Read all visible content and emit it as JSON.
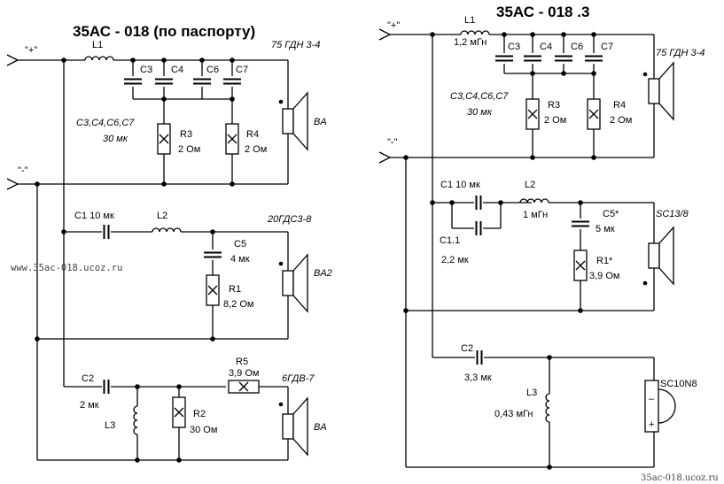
{
  "left": {
    "title": "35АС - 018 (по паспорту)",
    "plus": "\"+\"",
    "minus": "\"-\"",
    "l1": "L1",
    "c3": "C3",
    "c4": "C4",
    "c6": "C6",
    "c7": "C7",
    "caps_group": "C3,C4,C6,C7",
    "caps_group_val": "30 мк",
    "r3": "R3",
    "r3_val": "2 Ом",
    "r4": "R4",
    "r4_val": "2 Ом",
    "spk1_model": "75 ГДН 3-4",
    "spk1": "BA",
    "c1": "C1  10 мк",
    "l2": "L2",
    "c5": "C5",
    "c5_val": "4 мк",
    "r1": "R1",
    "r1_val": "8,2 Ом",
    "spk2_model": "20ГДС3-8",
    "spk2": "BA2",
    "c2": "C2",
    "c2_val": "2 мк",
    "l3": "L3",
    "r2": "R2",
    "r2_val": "30 Ом",
    "r5": "R5",
    "r5_val": "3,9 Ом",
    "spk3_model": "6ГДВ-7",
    "spk3": "BA"
  },
  "right": {
    "title": "35АС - 018 .3",
    "plus": "\"+\"",
    "minus": "\"-\"",
    "l1": "L1",
    "l1_val": "1,2 мГн",
    "c3": "C3",
    "c4": "C4",
    "c6": "C6",
    "c7": "C7",
    "caps_group": "C3,C4,C6,C7",
    "caps_group_val": "30 мк",
    "r3": "R3",
    "r3_val": "2 Ом",
    "r4": "R4",
    "r4_val": "2 Ом",
    "spk1_model": "75 ГДН 3-4",
    "c1": "C1  10 мк",
    "c11": "C1.1",
    "c11_val": "2,2 мк",
    "l2": "L2",
    "l2_val": "1 мГн",
    "c5": "C5*",
    "c5_val": "5 мк",
    "r1": "R1*",
    "r1_val": "3,9 Ом",
    "spk2_model": "SC13/8",
    "c2": "C2",
    "c2_val": "3,3 мк",
    "l3": "L3",
    "l3_val": "0,43 мГн",
    "spk3_model": "SC10N8",
    "spk3_minus": "–",
    "spk3_plus": "+"
  },
  "watermark_site": "www.35ac-018.ucoz.ru",
  "watermark_corner": "35ac-018.ucoz.ru"
}
